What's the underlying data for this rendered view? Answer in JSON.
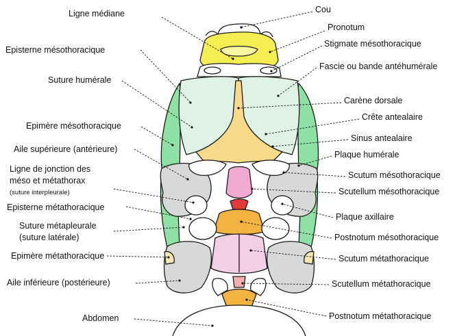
{
  "labels": {
    "left": {
      "ligne_mediane": "Ligne médiane",
      "episterne_meso": "Episterne mésothoracique",
      "suture_humerale": "Suture humérale",
      "epimere_meso": "Epimère mésothoracique",
      "aile_superieure": "Aile supérieure (antérieure)",
      "ligne_jonction_1": "Ligne de jonction des",
      "ligne_jonction_2": "méso et métathorax",
      "ligne_jonction_3": "(suture interpleurale)",
      "episterne_meta": "Episterne métathoracique",
      "suture_metapleurale_1": "Suture métapleurale",
      "suture_metapleurale_2": "(suture latérale)",
      "epimere_meta": "Epimère métathoracique",
      "aile_inferieure": "Aile inférieure (postérieure)",
      "abdomen": "Abdomen"
    },
    "right": {
      "cou": "Cou",
      "pronotum": "Pronotum",
      "stigmate": "Stigmate mésothoracique",
      "fascie": "Fascie ou bande antéhumérale",
      "carene": "Carène dorsale",
      "crete": "Crête antealaire",
      "sinus": "Sinus antealaire",
      "plaque_humerale": "Plaque humérale",
      "scutum_meso": "Scutum mésothoracique",
      "scutellum_meso": "Scutellum mésothoracique",
      "plaque_axillaire": "Plaque axillaire",
      "postnotum_meso": "Postnotum mésothoracique",
      "scutum_meta": "Scutum métathoracique",
      "scutellum_meta": "Scutellum métathoracique",
      "postnotum_meta": "Postnotum métathoracique"
    }
  },
  "colors": {
    "pronotum": "#f5ee52",
    "mesepisternum": "#dff2e6",
    "pleura": "#8ee0a4",
    "carina": "#f7d98a",
    "pink": "#f0a9d2",
    "light_pink": "#f2cfe6",
    "red": "#e23a3a",
    "orange": "#f3b340",
    "wing_base": "#d7d8d8",
    "cream": "#f6e7b0"
  }
}
